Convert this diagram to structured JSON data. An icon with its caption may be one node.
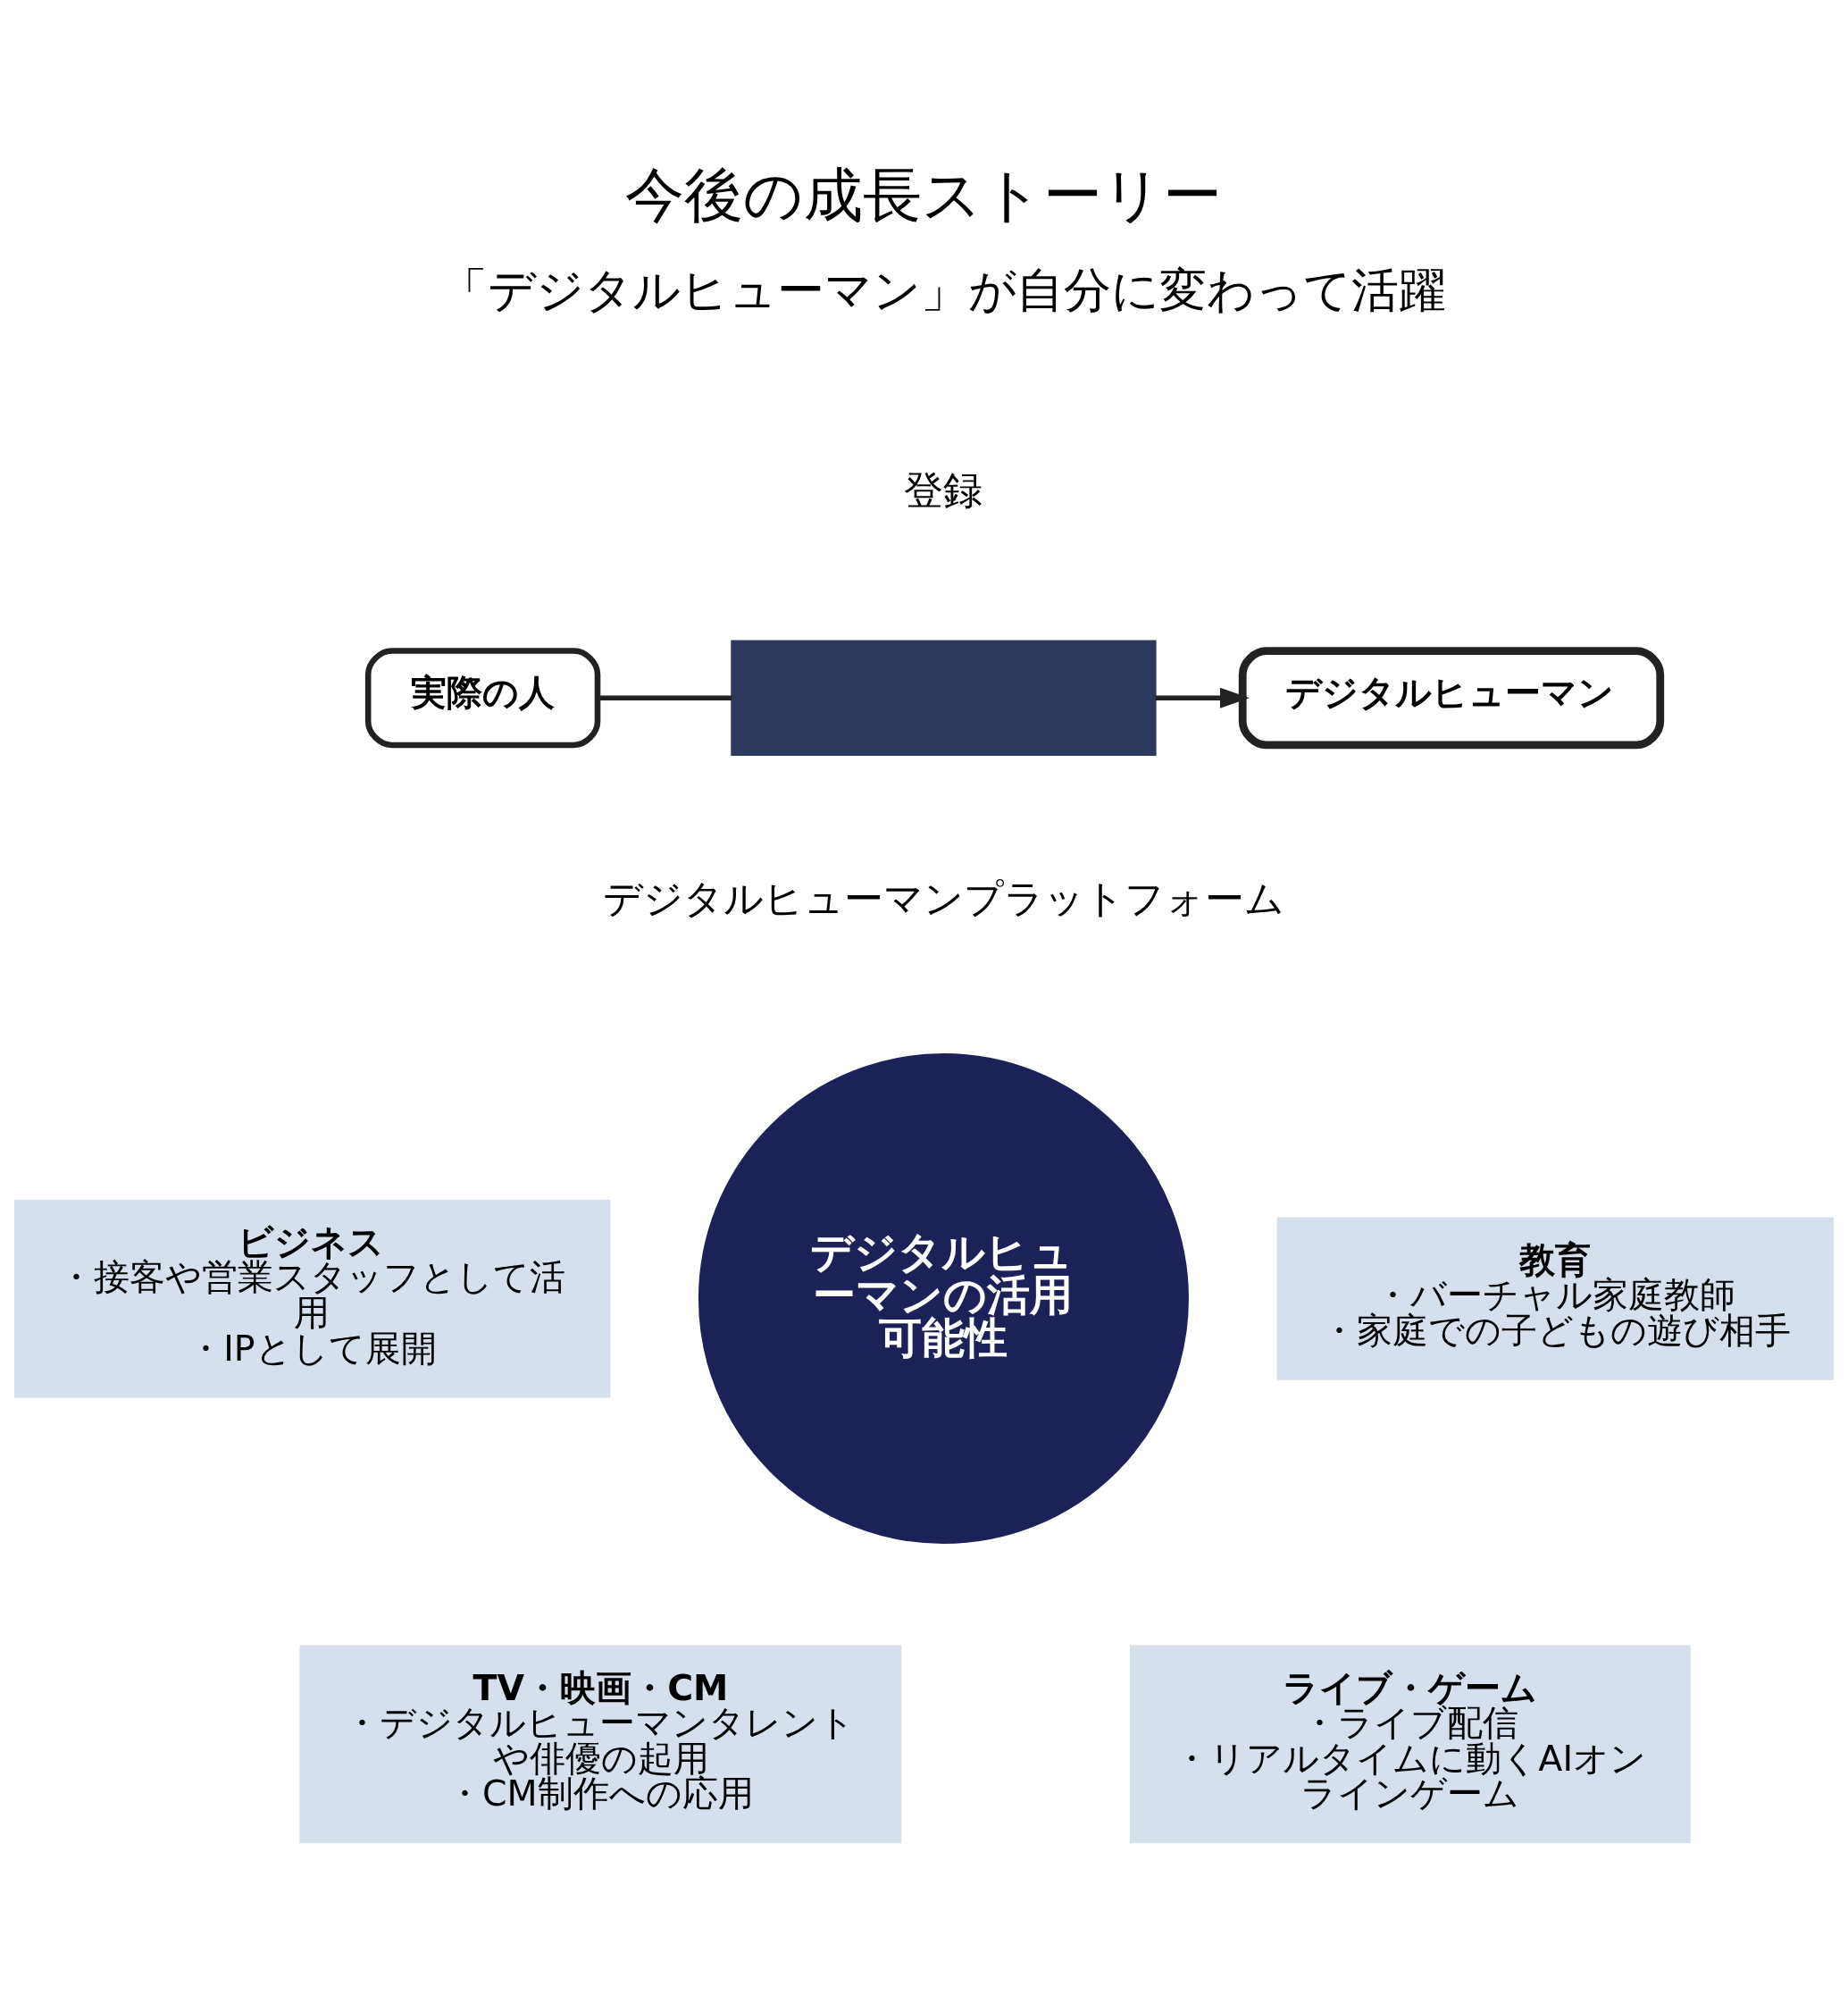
{
  "diagram": {
    "title": "今後の成長ストーリー",
    "nodes": [
      {
        "text": [
          "実際の人"
        ]
      },
      {
        "text": [],
        "shape": "box",
        "beside": [
          "登録",
          "デジタルヒューマンプラットフォーム"
        ]
      },
      {
        "text": [
          "デジタルヒューマン"
        ]
      },
      {
        "text": [
          "ビジネス",
          "・接客や営業スタッフとして活用",
          "・IPとして展開"
        ]
      },
      {
        "text": [
          "教育",
          "・バーチャル家庭教師",
          "・家庭での子どもの遊び相手"
        ]
      },
      {
        "text": [
          "デジタルヒューマンの活用可能性"
        ]
      },
      {
        "text": [
          "TV・映画・CM",
          "・デジタルヒューマンタレントや俳優の起用",
          "・CM制作への応用"
        ]
      },
      {
        "text": [
          "ライブ・ゲーム",
          "・ライブ配信",
          "・リアルタイムに動くAIオンラインゲーム"
        ]
      }
    ],
    "edges": [
      {
        "from": 0,
        "to": 1,
        "arrow": "none"
      },
      {
        "from": 1,
        "to": 2,
        "arrow": "to"
      }
    ],
    "labels": [
      "「デジタルヒューマン」が自分に変わって活躍"
    ]
  }
}
